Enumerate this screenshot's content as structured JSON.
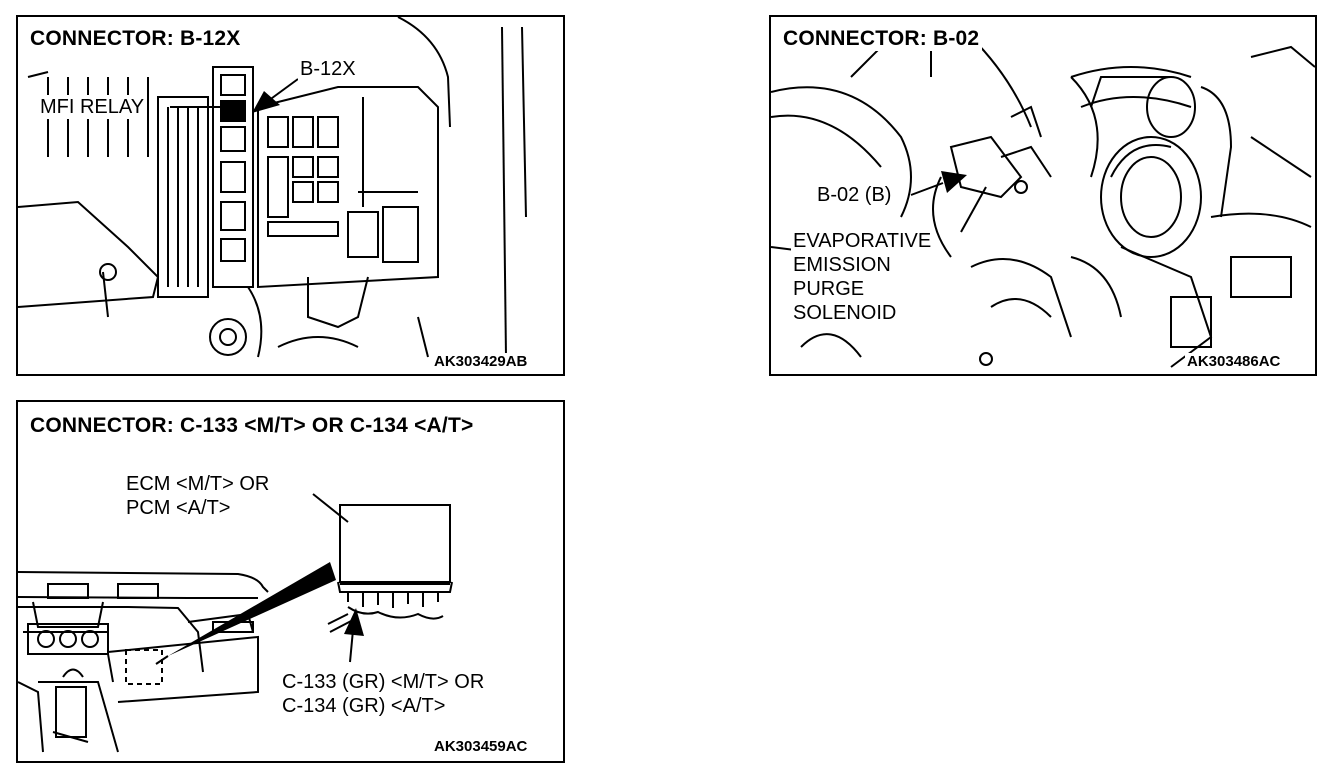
{
  "panels": {
    "b12x": {
      "title": "CONNECTOR: B-12X",
      "labels": {
        "connector": "B-12X",
        "relay": "MFI RELAY"
      },
      "code": "AK303429AB"
    },
    "b02": {
      "title": "CONNECTOR: B-02",
      "labels": {
        "connector": "B-02 (B)",
        "component": [
          "EVAPORATIVE",
          "EMISSION",
          "PURGE",
          "SOLENOID"
        ]
      },
      "code": "AK303486AC"
    },
    "c133": {
      "title": "CONNECTOR: C-133 <M/T> OR C-134 <A/T>",
      "labels": {
        "module": [
          "ECM <M/T> OR",
          "PCM <A/T>"
        ],
        "connector": [
          "C-133 (GR) <M/T> OR",
          "C-134 (GR) <A/T>"
        ]
      },
      "code": "AK303459AC"
    }
  }
}
